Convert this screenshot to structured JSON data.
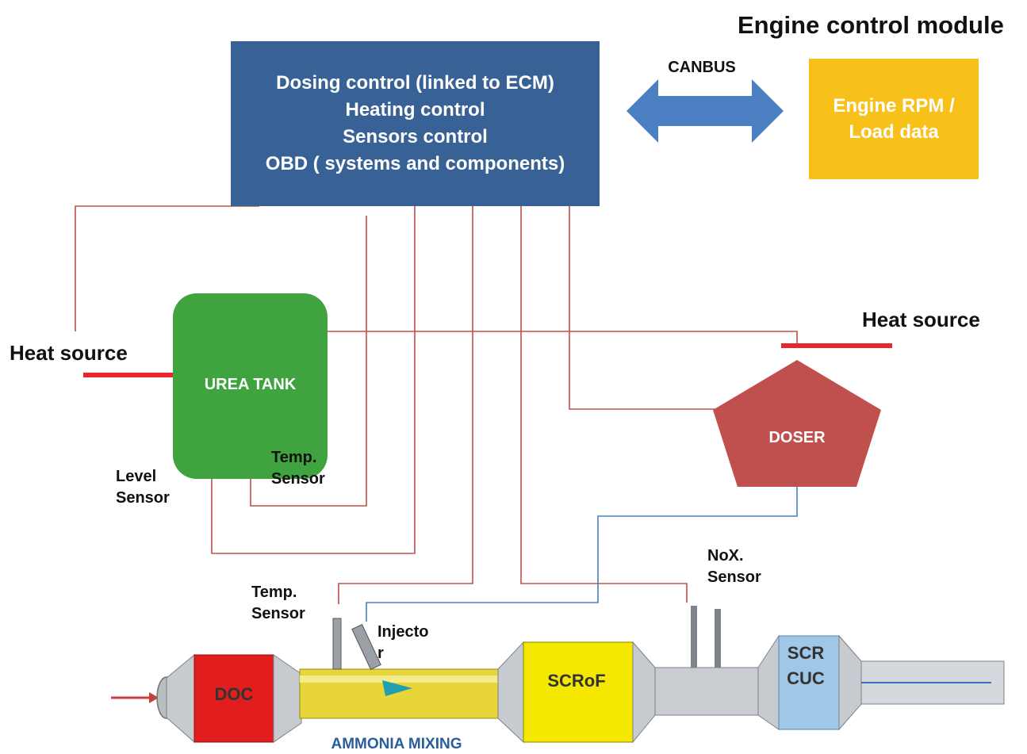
{
  "ecm": {
    "title": "Engine control module",
    "rpm_line1": "Engine RPM /",
    "rpm_line2": "Load data"
  },
  "control_box": {
    "line1": "Dosing control (linked to ECM)",
    "line2": "Heating control",
    "line3": "Sensors control",
    "line4": "OBD ( systems and components)"
  },
  "canbus": "CANBUS",
  "urea_tank": "UREA TANK",
  "heat_source_left": "Heat source",
  "heat_source_right": "Heat source",
  "level_sensor": [
    "Level",
    "Sensor"
  ],
  "temp_sensor_tank": [
    "Temp.",
    "Sensor"
  ],
  "temp_sensor_pipe": [
    "Temp.",
    "Sensor"
  ],
  "injector": [
    "Injecto",
    "r"
  ],
  "nox_sensor": [
    "NoX.",
    "Sensor"
  ],
  "doser": "DOSER",
  "exhaust": {
    "doc": "DOC",
    "scrof": "SCRoF",
    "scr_line1": "SCR",
    "scr_line2": "CUC",
    "ammonia_mixing": "AMMONIA MIXING"
  },
  "colors": {
    "control_blue": "#386295",
    "arrow_blue": "#4a7fc1",
    "ecm_yellow": "#f8c11a",
    "urea_green": "#3fa33f",
    "doser_red": "#c0504d",
    "wire_red": "#c0504d",
    "wire_blue": "#4a7fc1",
    "heat_red": "#e8262b",
    "doc_red": "#e11d1d",
    "scrof_yellow": "#f5e800",
    "scr_blue": "#9fc7e8"
  }
}
